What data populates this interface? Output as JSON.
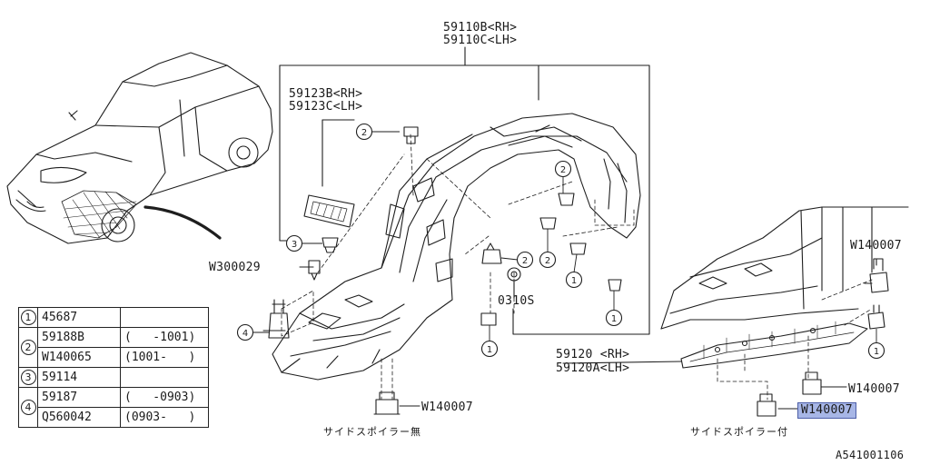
{
  "diagram": {
    "part_labels": {
      "fender_liner_main": [
        "59110B<RH>",
        "59110C<LH>"
      ],
      "fender_liner_front": [
        "59123B<RH>",
        "59123C<LH>"
      ],
      "rear_cover": [
        "59120 <RH>",
        "59120A<LH>"
      ],
      "clip_0310": "0310S",
      "clip_w300029": "W300029",
      "bolt_w140007_left": "W140007",
      "bolt_w140007_right_top": "W140007",
      "bolt_w140007_right_mid": "W140007",
      "bolt_w140007_right_bottom": "W140007"
    },
    "captions": {
      "without_side_spoiler": "サイドスポイラー無",
      "with_side_spoiler": "サイドスポイラー付"
    },
    "callout_numbers": [
      "1",
      "2",
      "3",
      "4"
    ],
    "figure_id": "A541001106",
    "highlight_color": "#a7b6e6"
  },
  "legend": {
    "rows": [
      {
        "ref": "1",
        "parts": [
          {
            "number": "45687",
            "range": ""
          }
        ]
      },
      {
        "ref": "2",
        "parts": [
          {
            "number": "59188B",
            "range": "(   -1001)"
          },
          {
            "number": "W140065",
            "range": "(1001-   )"
          }
        ]
      },
      {
        "ref": "3",
        "parts": [
          {
            "number": "59114",
            "range": ""
          }
        ]
      },
      {
        "ref": "4",
        "parts": [
          {
            "number": "59187",
            "range": "(   -0903)"
          },
          {
            "number": "Q560042",
            "range": "(0903-   )"
          }
        ]
      }
    ]
  }
}
